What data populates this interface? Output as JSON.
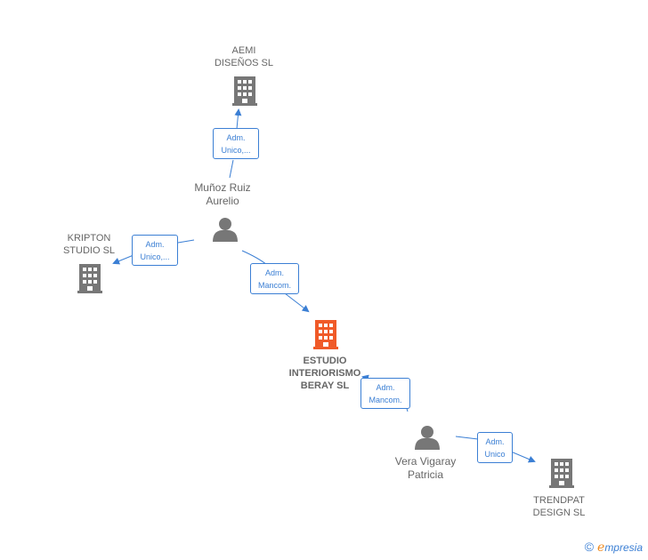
{
  "colors": {
    "building": "#777777",
    "main_building": "#f05a28",
    "person": "#777777",
    "edge": "#3b7fd4"
  },
  "nodes": {
    "aemi": {
      "line1": "AEMI",
      "line2": "DISEÑOS  SL"
    },
    "kripton": {
      "line1": "KRIPTON",
      "line2": "STUDIO  SL"
    },
    "estudio": {
      "line1": "ESTUDIO",
      "line2": "INTERIORISMO",
      "line3": "BERAY  SL"
    },
    "trendpat": {
      "line1": "TRENDPAT",
      "line2": "DESIGN SL"
    },
    "munoz": {
      "line1": "Muñoz Ruiz",
      "line2": "Aurelio"
    },
    "vera": {
      "line1": "Vera Vigaray",
      "line2": "Patricia"
    }
  },
  "edges": {
    "munoz_aemi": {
      "line1": "Adm.",
      "line2": "Unico,..."
    },
    "munoz_kripton": {
      "line1": "Adm.",
      "line2": "Unico,..."
    },
    "munoz_estudio": {
      "line1": "Adm.",
      "line2": "Mancom."
    },
    "vera_estudio": {
      "line1": "Adm.",
      "line2": "Mancom."
    },
    "vera_trendpat": {
      "line1": "Adm.",
      "line2": "Unico"
    }
  },
  "brand": {
    "copyright": "©",
    "e": "e",
    "text": "mpresia"
  }
}
